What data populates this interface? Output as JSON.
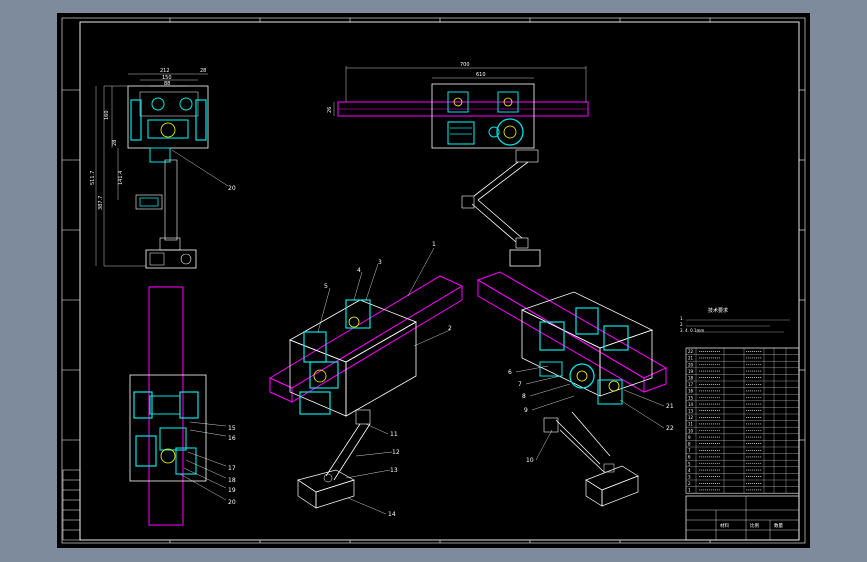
{
  "colors": {
    "outer_background": "#7e8b9d",
    "sheet_background": "#000000",
    "line_white": "#ffffff",
    "line_cyan": "#00e5e5",
    "line_magenta": "#ff00ff",
    "line_yellow": "#ffff00"
  },
  "left_view": {
    "dims_top": [
      "212",
      "150",
      "88",
      "28"
    ],
    "dims_left": [
      "160",
      "28",
      "141.4",
      "511.7",
      "387.7"
    ],
    "callout": "20"
  },
  "top_view": {
    "dims": [
      "700",
      "610",
      "26"
    ]
  },
  "plan_view": {
    "callouts": [
      "15",
      "16",
      "17",
      "18",
      "19",
      "20"
    ]
  },
  "iso_left": {
    "callouts": [
      "1",
      "2",
      "3",
      "4",
      "5",
      "11",
      "12",
      "13",
      "14"
    ]
  },
  "iso_right": {
    "callouts": [
      "6",
      "7",
      "8",
      "9",
      "10",
      "21",
      "22"
    ]
  },
  "notes": {
    "title": "技术要求",
    "lines": [
      "1.",
      "2.",
      "3. 4. 0.1mm"
    ]
  },
  "parts_table": {
    "rows": [
      "22",
      "21",
      "20",
      "19",
      "18",
      "17",
      "16",
      "15",
      "14",
      "13",
      "12",
      "11",
      "10",
      "9",
      "8",
      "7",
      "6",
      "5",
      "4",
      "3",
      "2",
      "1"
    ]
  },
  "title_block": {
    "labels": [
      "比例",
      "材料",
      "数量"
    ]
  }
}
